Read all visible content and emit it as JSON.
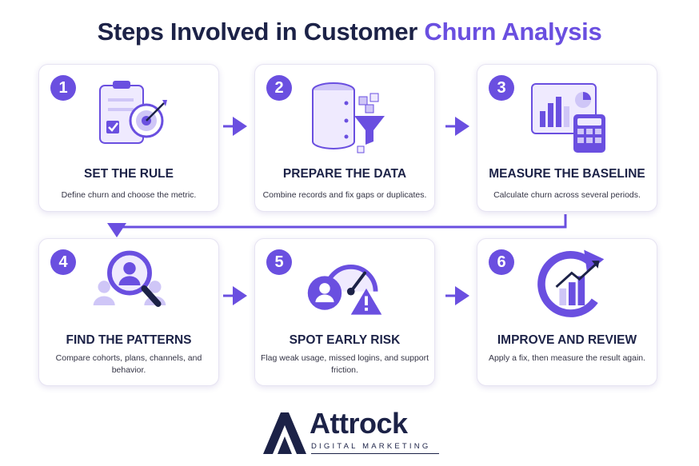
{
  "title": {
    "part1": "Steps Involved in Customer ",
    "part2": "Churn Analysis"
  },
  "steps": [
    {
      "number": "1",
      "title": "SET THE RULE",
      "description": "Define churn and choose the metric.",
      "icon": "checklist-target-icon"
    },
    {
      "number": "2",
      "title": "PREPARE THE DATA",
      "description": "Combine records and fix gaps or duplicates.",
      "icon": "database-funnel-icon"
    },
    {
      "number": "3",
      "title": "MEASURE THE BASELINE",
      "description": "Calculate churn across several periods.",
      "icon": "dashboard-calculator-icon"
    },
    {
      "number": "4",
      "title": "FIND THE PATTERNS",
      "description": "Compare cohorts, plans, channels, and behavior.",
      "icon": "magnifier-users-icon"
    },
    {
      "number": "5",
      "title": "SPOT EARLY RISK",
      "description": "Flag weak usage, missed logins, and support friction.",
      "icon": "gauge-warning-icon"
    },
    {
      "number": "6",
      "title": "IMPROVE AND REVIEW",
      "description": "Apply a fix, then measure the result again.",
      "icon": "cycle-growth-icon"
    }
  ],
  "logo": {
    "name": "Attrock",
    "tagline": "DIGITAL MARKETING"
  },
  "colors": {
    "accent": "#6a4fe0",
    "navy": "#1c2247",
    "light_purple": "#cfc6f7"
  }
}
